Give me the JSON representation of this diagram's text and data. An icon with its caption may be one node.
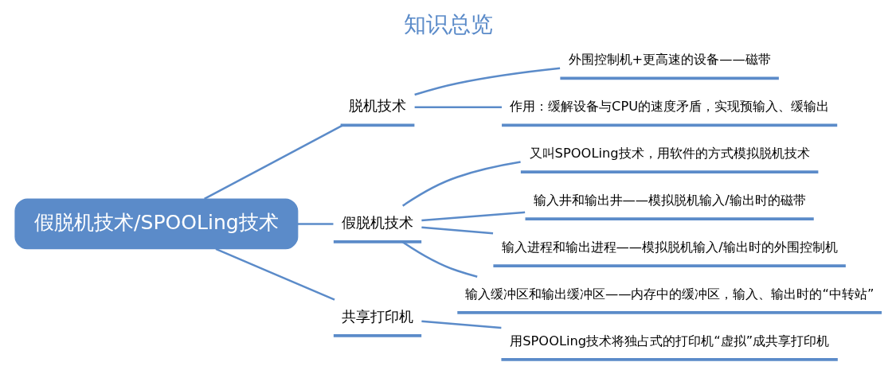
{
  "diagram": {
    "title": "知识总览",
    "nodes": [
      {
        "text": [
          "假脱机技术/SPOOLing技术"
        ]
      },
      {
        "text": [
          "脱机技术"
        ]
      },
      {
        "text": [
          "外围控制机+更高速的设备——磁带"
        ]
      },
      {
        "text": [
          "作用：缓解设备与CPU的速度矛盾，实现预输入、缓输出"
        ]
      },
      {
        "text": [
          "假脱机技术"
        ]
      },
      {
        "text": [
          "又叫SPOOLing技术，用软件的方式模拟脱机技术"
        ]
      },
      {
        "text": [
          "输入井和输出井——模拟脱机输入/输出时的磁带"
        ]
      },
      {
        "text": [
          "输入进程和输出进程——模拟脱机输入/输出时的外围控制机"
        ]
      },
      {
        "text": [
          "输入缓冲区和输出缓冲区——内存中的缓冲区，输入、输出时的“中转站”"
        ]
      },
      {
        "text": [
          "共享打印机"
        ]
      },
      {
        "text": [
          "用SPOOLing技术将独占式的打印机“虚拟”成共享打印机"
        ]
      }
    ],
    "edges": [
      {
        "from": 0,
        "to": 1,
        "arrow": "none"
      },
      {
        "from": 0,
        "to": 4,
        "arrow": "none"
      },
      {
        "from": 0,
        "to": 9,
        "arrow": "none"
      },
      {
        "from": 1,
        "to": 2,
        "arrow": "none"
      },
      {
        "from": 1,
        "to": 3,
        "arrow": "none"
      },
      {
        "from": 4,
        "to": 5,
        "arrow": "none"
      },
      {
        "from": 4,
        "to": 6,
        "arrow": "none"
      },
      {
        "from": 4,
        "to": 7,
        "arrow": "none"
      },
      {
        "from": 4,
        "to": 8,
        "arrow": "none"
      },
      {
        "from": 9,
        "to": 10,
        "arrow": "none"
      }
    ]
  }
}
